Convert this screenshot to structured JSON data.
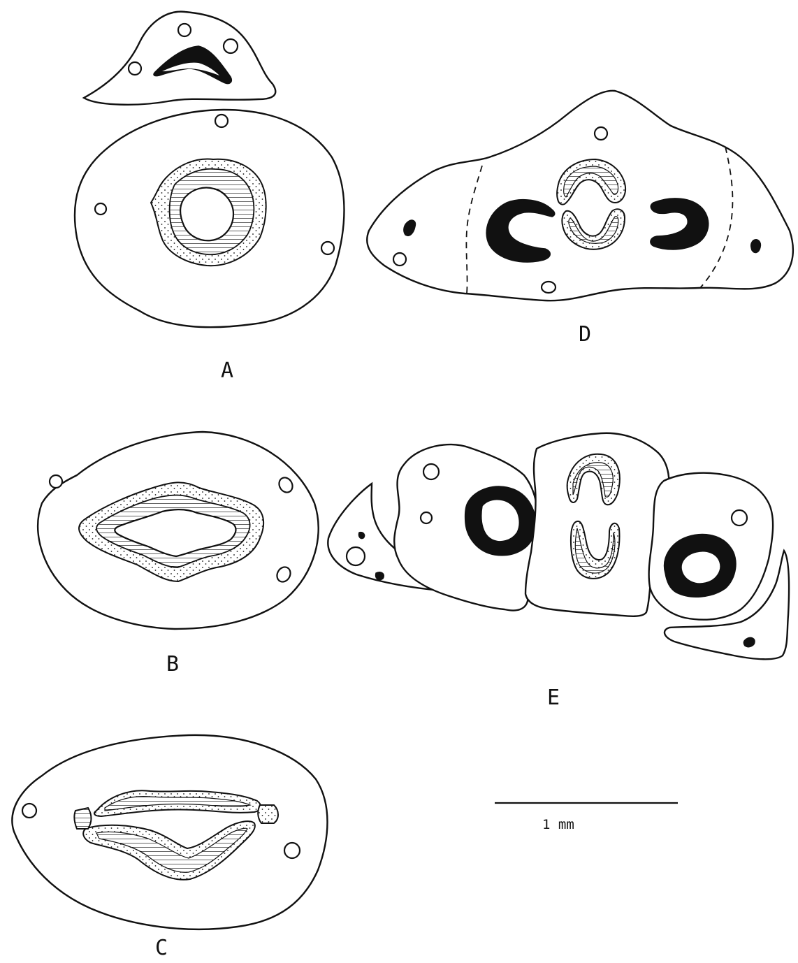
{
  "figure": {
    "panels": [
      {
        "id": "A",
        "label": "A"
      },
      {
        "id": "B",
        "label": "B"
      },
      {
        "id": "C",
        "label": "C"
      },
      {
        "id": "D",
        "label": "D"
      },
      {
        "id": "E",
        "label": "E"
      }
    ],
    "scale_bar": {
      "label": "1 mm"
    },
    "colors": {
      "ink": "#111111",
      "paper": "#ffffff"
    }
  }
}
